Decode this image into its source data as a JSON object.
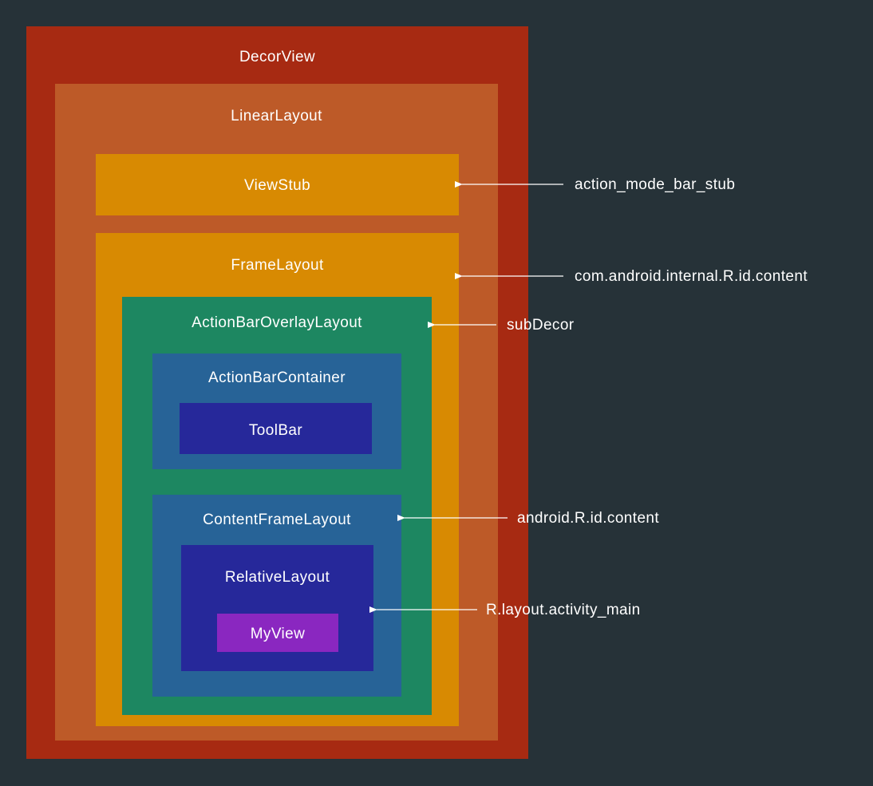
{
  "colors": {
    "background": "#263238",
    "decor_view": "#a72a12",
    "linear_layout": "#bd5a28",
    "frame_layout": "#d88a02",
    "overlay_layout": "#1d8761",
    "container": "#276397",
    "toolbar": "#26289a",
    "my_view": "#8a27c0",
    "text": "#ffffff"
  },
  "views": {
    "decor_view": "DecorView",
    "linear_layout": "LinearLayout",
    "view_stub": "ViewStub",
    "frame_layout": "FrameLayout",
    "action_bar_overlay_layout": "ActionBarOverlayLayout",
    "action_bar_container": "ActionBarContainer",
    "toolbar": "ToolBar",
    "content_frame_layout": "ContentFrameLayout",
    "relative_layout": "RelativeLayout",
    "my_view": "MyView"
  },
  "annotations": {
    "view_stub": "action_mode_bar_stub",
    "frame_layout": "com.android.internal.R.id.content",
    "action_bar_overlay_layout": "subDecor",
    "content_frame_layout": "android.R.id.content",
    "relative_layout": "R.layout.activity_main"
  }
}
